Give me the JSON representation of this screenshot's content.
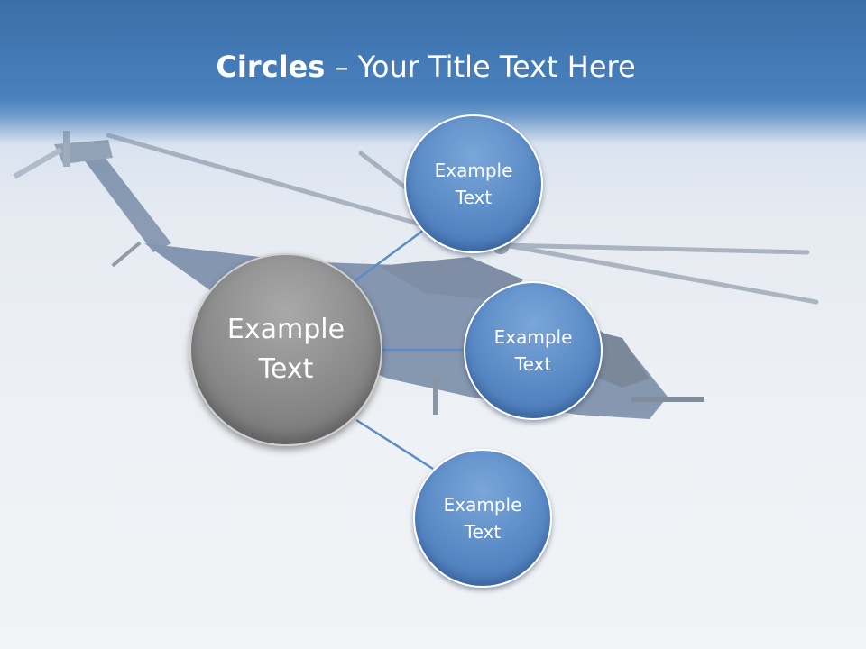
{
  "title": {
    "bold": "Circles",
    "rest": " – Your Title Text Here"
  },
  "center_circle": {
    "label_line1": "Example",
    "label_line2": "Text"
  },
  "satellites": [
    {
      "label_line1": "Example",
      "label_line2": "Text"
    },
    {
      "label_line1": "Example",
      "label_line2": "Text"
    },
    {
      "label_line1": "Example",
      "label_line2": "Text"
    }
  ],
  "colors": {
    "header": "#3a6ea8",
    "circle_blue": "#5f8fc9",
    "circle_gray": "#8c8c8c",
    "connector": "#5b8cc8"
  },
  "background_image": "helicopter-photo"
}
